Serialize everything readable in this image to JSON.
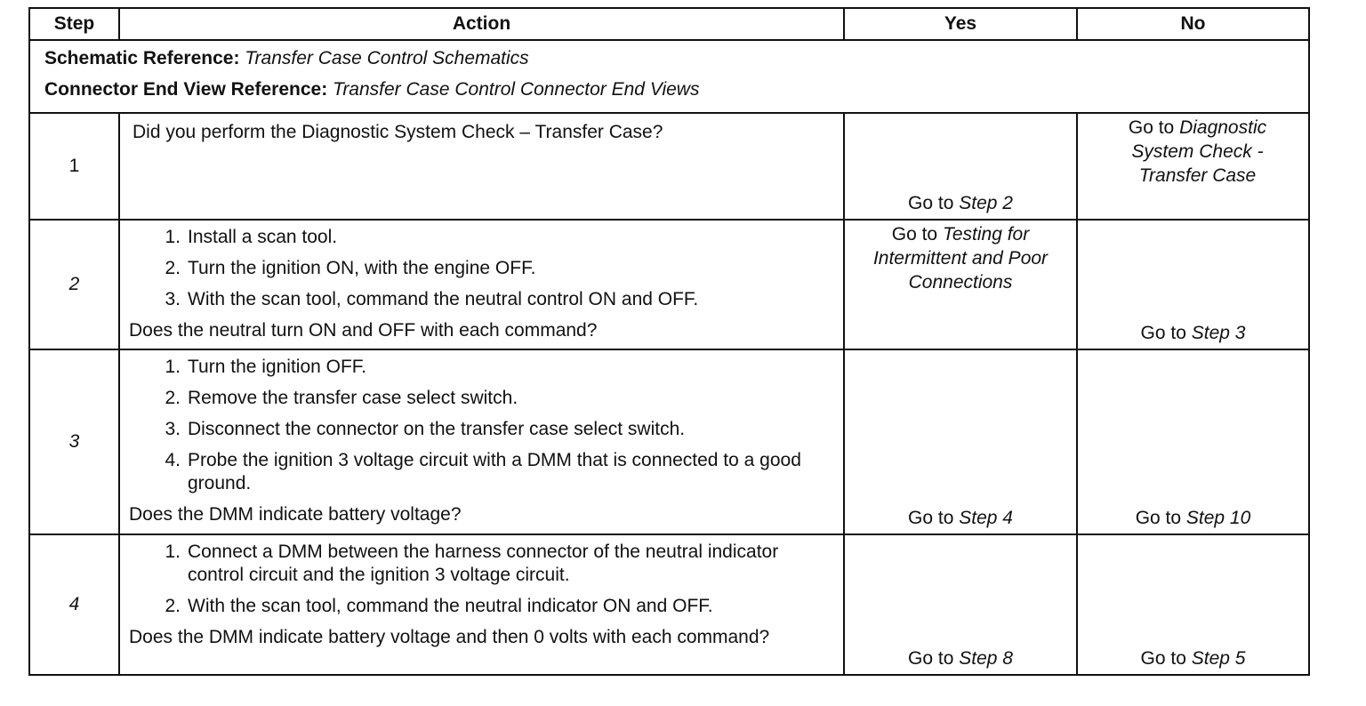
{
  "headers": {
    "step": "Step",
    "action": "Action",
    "yes": "Yes",
    "no": "No"
  },
  "references": [
    {
      "label": "Schematic Reference:",
      "value": "Transfer Case Control Schematics"
    },
    {
      "label": "Connector End View Reference:",
      "value": "Transfer Case Control Connector End Views"
    }
  ],
  "rows": [
    {
      "step": "1",
      "actions": [],
      "question": "Did you perform the Diagnostic System Check – Transfer Case?",
      "yes_prefix": "Go to ",
      "yes_ref": "Step 2",
      "yes_top": "",
      "no_prefix": "Go to ",
      "no_ref": "Diagnostic System Check - Transfer Case"
    },
    {
      "step": "2",
      "actions": [
        {
          "n": "1.",
          "t": "Install a scan tool."
        },
        {
          "n": "2.",
          "t": "Turn the ignition ON, with the engine OFF."
        },
        {
          "n": "3.",
          "t": "With the scan tool, command the neutral control ON and OFF."
        }
      ],
      "question": "Does the neutral turn ON and OFF with each command?",
      "yes_prefix": "Go to ",
      "yes_ref": "Testing for Intermittent and Poor Connections",
      "no_prefix": "Go to ",
      "no_ref": "Step 3"
    },
    {
      "step": "3",
      "actions": [
        {
          "n": "1.",
          "t": "Turn the ignition OFF."
        },
        {
          "n": "2.",
          "t": "Remove the transfer case select switch."
        },
        {
          "n": "3.",
          "t": "Disconnect the connector on the transfer case select switch."
        },
        {
          "n": "4.",
          "t": "Probe the ignition 3 voltage circuit with a DMM that is connected to a good ground."
        }
      ],
      "question": "Does the DMM indicate battery voltage?",
      "yes_prefix": "Go to ",
      "yes_ref": "Step 4",
      "no_prefix": "Go to ",
      "no_ref": "Step 10"
    },
    {
      "step": "4",
      "actions": [
        {
          "n": "1.",
          "t": "Connect a DMM between the harness connector of the neutral indicator control circuit and the ignition 3 voltage circuit."
        },
        {
          "n": "2.",
          "t": "With the scan tool, command the neutral indicator ON and OFF."
        }
      ],
      "question": "Does the DMM indicate battery voltage and then 0 volts with each command?",
      "yes_prefix": "Go to ",
      "yes_ref": "Step 8",
      "no_prefix": "Go to ",
      "no_ref": "Step 5"
    }
  ]
}
